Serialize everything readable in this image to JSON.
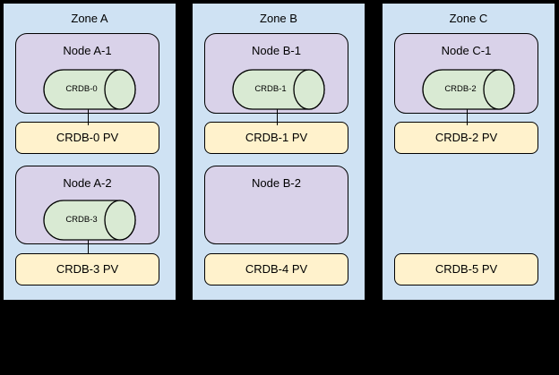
{
  "colors": {
    "canvas_bg": "#000000",
    "zone_fill": "#cfe2f3",
    "node_fill": "#d9d2e9",
    "pod_fill": "#d9ead3",
    "pv_fill": "#fff2cc",
    "border": "#000000"
  },
  "zones": [
    {
      "label": "Zone A",
      "nodes": [
        {
          "label": "Node A-1",
          "pod": {
            "label": "CRDB-0"
          }
        },
        {
          "label": "Node A-2",
          "pod": {
            "label": "CRDB-3"
          }
        }
      ],
      "pvs": [
        {
          "label": "CRDB-0 PV"
        },
        {
          "label": "CRDB-3 PV"
        }
      ]
    },
    {
      "label": "Zone B",
      "nodes": [
        {
          "label": "Node B-1",
          "pod": {
            "label": "CRDB-1"
          }
        },
        {
          "label": "Node B-2"
        }
      ],
      "pvs": [
        {
          "label": "CRDB-1 PV"
        },
        {
          "label": "CRDB-4 PV"
        }
      ]
    },
    {
      "label": "Zone C",
      "nodes": [
        {
          "label": "Node C-1",
          "pod": {
            "label": "CRDB-2"
          }
        }
      ],
      "pvs": [
        {
          "label": "CRDB-2 PV"
        },
        {
          "label": "CRDB-5 PV"
        }
      ]
    }
  ]
}
